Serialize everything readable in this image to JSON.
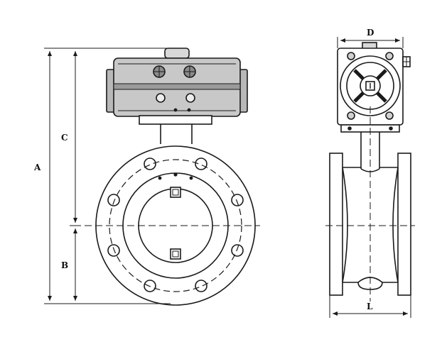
{
  "drawing": {
    "dimension_labels": {
      "A": "A",
      "B": "B",
      "C": "C",
      "D": "D",
      "L": "L"
    },
    "colors": {
      "line": "#1a1a1a",
      "actuator_fill": "#c8c8c8",
      "actuator_band": "#9a9a9a",
      "background": "#ffffff"
    }
  }
}
